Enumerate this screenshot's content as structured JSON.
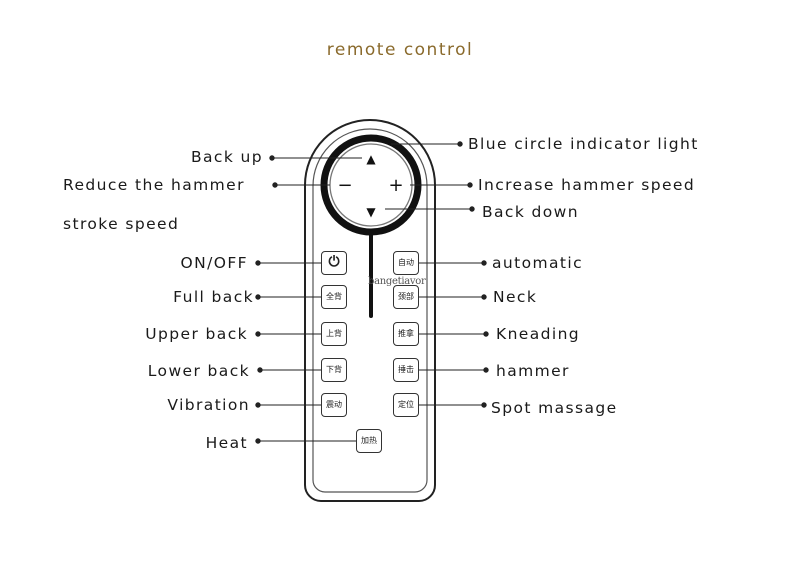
{
  "title": "remote control",
  "watermark": "bangetiavor",
  "labels": {
    "back_up": "Back up",
    "reduce_1": "Reduce the hammer",
    "reduce_2": "stroke speed",
    "on_off": "ON/OFF",
    "full_back": "Full back",
    "upper_back": "Upper back",
    "lower_back": "Lower back",
    "vibration": "Vibration",
    "heat": "Heat",
    "blue_light": "Blue circle indicator light",
    "increase": "Increase hammer speed",
    "back_down": "Back down",
    "automatic": "automatic",
    "neck": "Neck",
    "kneading": "Kneading",
    "hammer": "hammer",
    "spot": "Spot massage"
  },
  "buttons": {
    "power": "⏻",
    "full_back": "全背",
    "upper_back": "上背",
    "lower_back": "下背",
    "vibration": "震动",
    "heat": "加热",
    "automatic": "自动",
    "neck": "颈部",
    "kneading": "推拿",
    "hammer": "捶击",
    "spot": "定位"
  },
  "dial_symbols": {
    "up": "▲",
    "down": "▼",
    "minus": "−",
    "plus": "+"
  },
  "colors": {
    "title": "#8a6a2c",
    "outline": "#222222",
    "ring": "#111111"
  }
}
